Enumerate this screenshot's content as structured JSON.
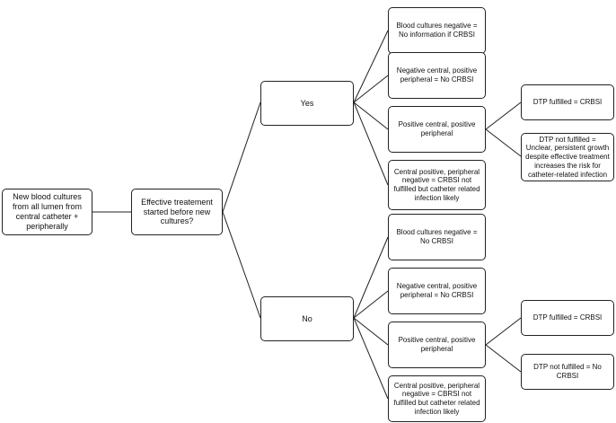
{
  "nodes": {
    "root": "New blood cultures from all lumen from central catheter + peripherally",
    "treatment": "Effective treatement started before new cultures?",
    "yes": "Yes",
    "no": "No",
    "yes_neg": "Blood cultures negative = No information if CRBSI",
    "yes_negcent": "Negative central, positive peripheral = No CRBSI",
    "yes_poscent": "Positive central, positive peripheral",
    "yes_cpos_pneg": "Central positive, peripheral negative = CRBSI not fulfilled but catheter related infection likely",
    "yes_dtp_ok": "DTP fulfilled = CRBSI",
    "yes_dtp_not": "DTP not fulfilled = Unclear, persistent growth despite effective treatment increases the risk for catheter-related infection",
    "no_neg": "Blood cultures negative = No CRBSI",
    "no_negcent": "Negative central, positive peripheral = No CRBSI",
    "no_poscent": "Positive central, positive peripheral",
    "no_cpos_pneg": "Central positive, peripheral negative = CBRSI not fulfilled but catheter related infection likely",
    "no_dtp_ok": "DTP fulfilled = CRBSI",
    "no_dtp_not": "DTP not fulfilled = No CRBSI"
  }
}
